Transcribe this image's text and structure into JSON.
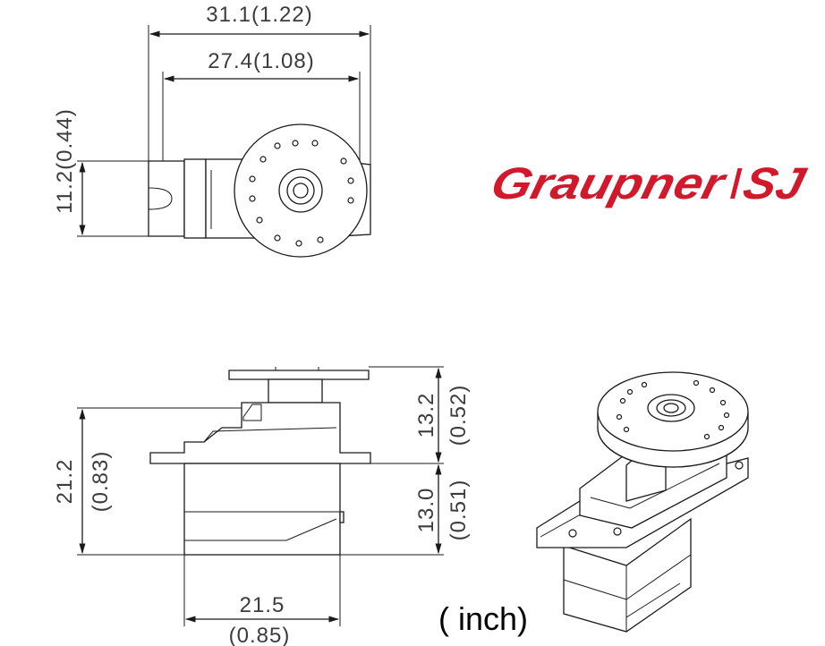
{
  "brand": {
    "name": "Graupner",
    "suffix": "SJ",
    "color": "#d01a2c"
  },
  "units_note": "( inch)",
  "dimensions": {
    "top_width_total": "31.1(1.22)",
    "top_width_inner": "27.4(1.08)",
    "top_height": "11.2(0.44)",
    "side_height_total": "21.2",
    "side_height_total_in": "(0.83)",
    "side_upper": "13.2",
    "side_upper_in": "(0.52)",
    "side_lower": "13.0",
    "side_lower_in": "(0.51)",
    "side_width": "21.5",
    "side_width_in": "(0.85)"
  }
}
